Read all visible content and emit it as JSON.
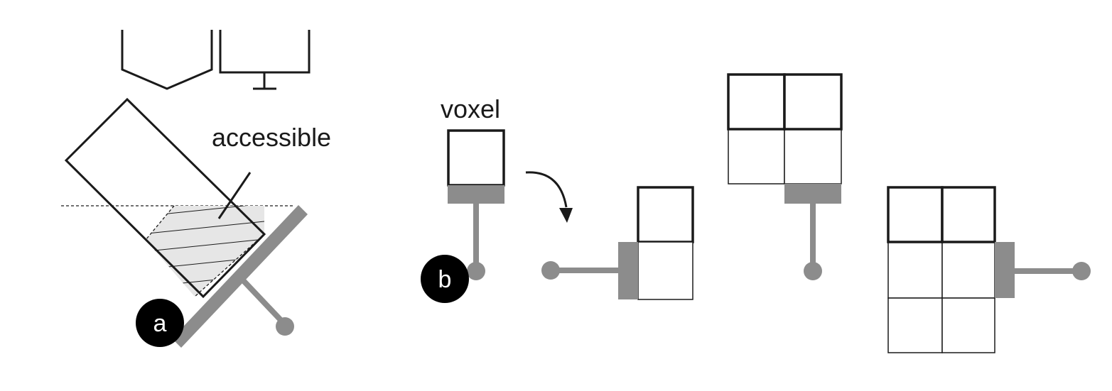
{
  "labels": {
    "accessible": "accessible",
    "voxel": "voxel"
  },
  "badges": {
    "a": "a",
    "b": "b"
  },
  "colors": {
    "stroke": "#1a1a1a",
    "mechanism_gray": "#8c8c8c",
    "hatch_fill": "#e6e6e6",
    "badge_fill": "#000000"
  }
}
